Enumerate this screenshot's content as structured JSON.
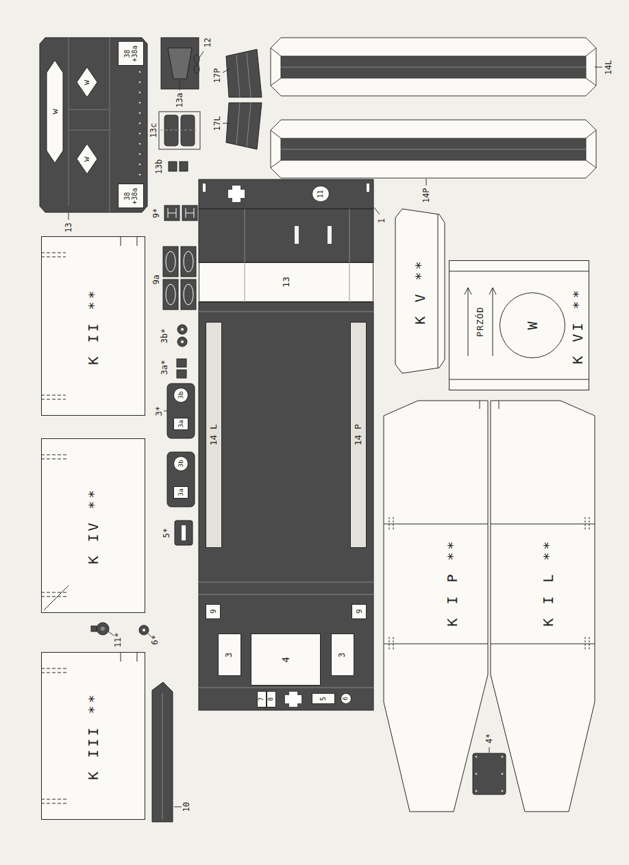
{
  "diagram": {
    "nodes": [
      {
        "text": [
          "38 +38a"
        ]
      },
      {
        "text": [
          "w"
        ]
      },
      {
        "text": [
          "w"
        ]
      },
      {
        "text": [
          "w"
        ]
      },
      {
        "text": [
          "38 +38a"
        ]
      },
      {
        "text": [
          "K II **"
        ]
      },
      {
        "text": [
          "K IV **"
        ]
      },
      {
        "text": [
          "K III **"
        ]
      },
      {
        "text": [
          "11"
        ]
      },
      {
        "text": [
          "13"
        ]
      },
      {
        "text": [
          "14 L"
        ]
      },
      {
        "text": [
          "14 P"
        ]
      },
      {
        "text": [
          "9"
        ]
      },
      {
        "text": [
          "9"
        ]
      },
      {
        "text": [
          "3"
        ]
      },
      {
        "text": [
          "4"
        ]
      },
      {
        "text": [
          "3"
        ]
      },
      {
        "text": [
          "7"
        ]
      },
      {
        "text": [
          "8"
        ]
      },
      {
        "text": [
          "5"
        ]
      },
      {
        "text": [
          "6"
        ]
      },
      {
        "text": [
          "3b"
        ]
      },
      {
        "text": [
          "3a"
        ]
      },
      {
        "text": [
          "3b"
        ]
      },
      {
        "text": [
          "3a"
        ]
      },
      {
        "text": [
          "K V **"
        ]
      },
      {
        "text": [
          "PRZÓD",
          "K VI **"
        ]
      },
      {
        "text": [
          "W"
        ],
        "in": 26
      },
      {
        "text": [
          "K I P **"
        ]
      },
      {
        "text": [
          "K I L **"
        ]
      }
    ],
    "labels": [
      "13",
      "13b",
      "13c",
      "13a",
      "12",
      "17P",
      "17L",
      "14P",
      "14L",
      "1",
      "9*",
      "9a",
      "3b*",
      "3a*",
      "3*",
      "5*",
      "6*",
      "11*",
      "10",
      "4*"
    ]
  }
}
